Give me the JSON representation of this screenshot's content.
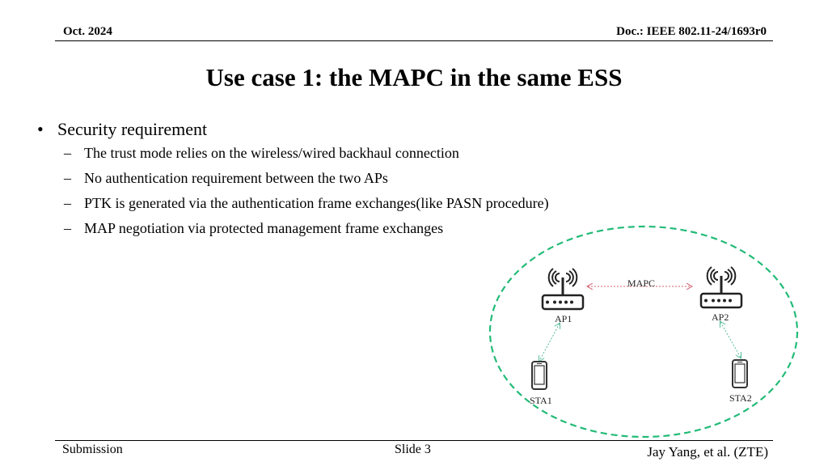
{
  "header": {
    "date": "Oct. 2024",
    "doc": "Doc.: IEEE 802.11-24/1693r0"
  },
  "title": "Use case 1: the MAPC in the same ESS",
  "bullets": {
    "main": "Security requirement",
    "subs": [
      "The trust mode relies on the wireless/wired backhaul connection",
      "No authentication requirement between the two APs",
      "PTK is generated via the authentication frame exchanges(like PASN procedure)",
      "MAP negotiation via protected management frame exchanges"
    ]
  },
  "diagram": {
    "link_label": "MAPC",
    "ap1": "AP1",
    "ap2": "AP2",
    "sta1": "STA1",
    "sta2": "STA2",
    "colors": {
      "ellipse": "#22bb77",
      "mapc_link": "#d06070",
      "sta_link": "#55bb99"
    },
    "icons": [
      "router-icon",
      "phone-icon"
    ]
  },
  "footer": {
    "left": "Submission",
    "middle": "Slide 3",
    "right": "Jay Yang, et al. (ZTE)"
  }
}
